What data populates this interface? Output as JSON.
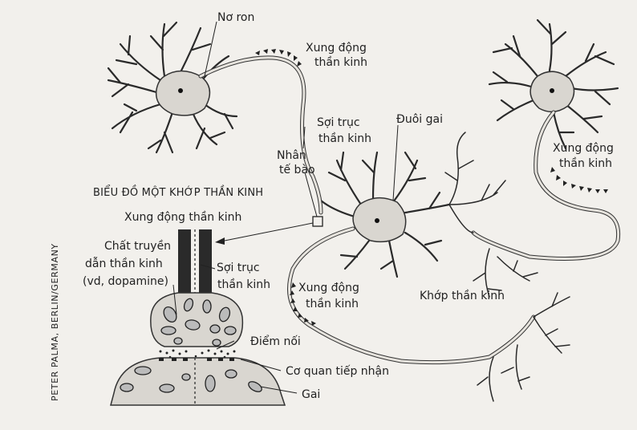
{
  "labels": {
    "neuron": "Nơ ron",
    "impulse_top": [
      "Xung động",
      "thần kinh"
    ],
    "axon_top": [
      "Sợi trục",
      "thần kinh"
    ],
    "dendrite": "Đuôi gai",
    "nucleus": [
      "Nhân",
      "tế bào"
    ],
    "impulse_right": [
      "Xung động",
      "thần kinh"
    ],
    "impulse_bottom": [
      "Xung động",
      "thần kinh"
    ],
    "synapse": "Khớp thần kinh"
  },
  "inset": {
    "title": "BIỂU ĐỒ MỘT KHỚP THẦN KINH",
    "impulse": "Xung động thần kinh",
    "neurotransmitter": [
      "Chất truyền",
      "dẫn thần kinh",
      "(vd, dopamine)"
    ],
    "axon": [
      "Sợi trục",
      "thần kinh"
    ],
    "junction": "Điểm nối",
    "receptor": "Cơ quan tiếp nhận",
    "spine": "Gai"
  },
  "credit": "PETER PALMA, BERLIN/GERMANY"
}
